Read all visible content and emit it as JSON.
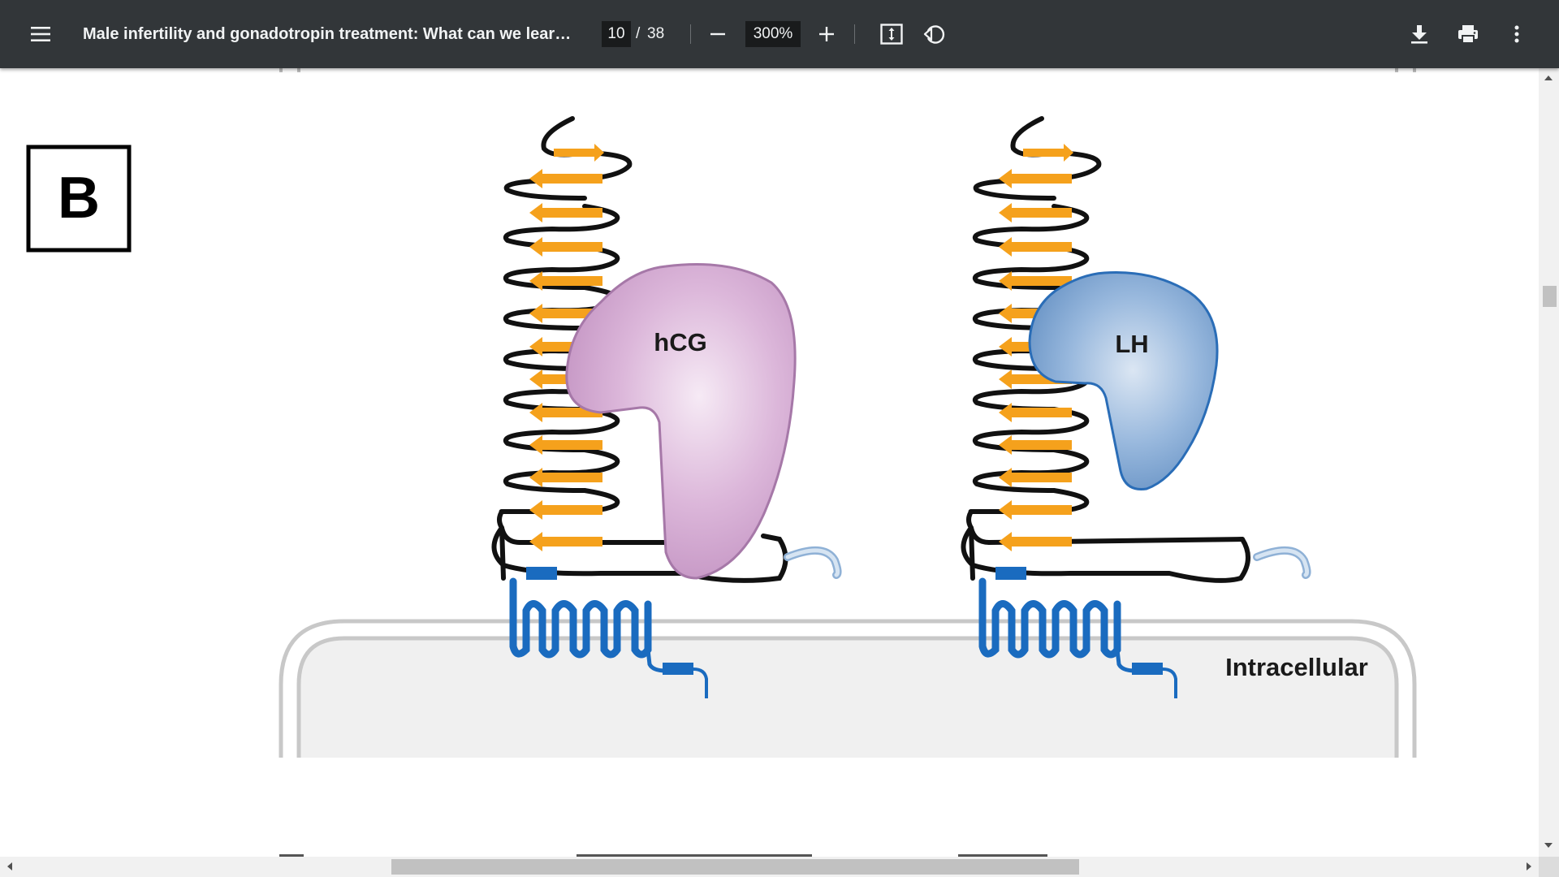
{
  "toolbar": {
    "menu_icon": "hamburger-menu-icon",
    "title": "Male infertility and gonadotropin treatment: What can we learn ...",
    "current_page": "10",
    "page_separator": "/",
    "total_pages": "38",
    "zoom_out_icon": "minus-icon",
    "zoom_level": "300%",
    "zoom_in_icon": "plus-icon",
    "fit_icon": "fit-to-page-icon",
    "rotate_icon": "rotate-counterclockwise-icon",
    "download_icon": "download-icon",
    "print_icon": "print-icon",
    "more_icon": "more-vertical-icon"
  },
  "figure": {
    "panel_label": "B",
    "ligand_left": "hCG",
    "ligand_right": "LH",
    "region_label": "Intracellular",
    "colors": {
      "toolbar_bg": "#323639",
      "helix_arrow": "#f5a11c",
      "hcg_fill": "#d2a6d0",
      "hcg_stroke": "#a678a8",
      "lh_fill": "#7fa6d0",
      "lh_stroke": "#2a6db7",
      "transmembrane": "#1a6bbf",
      "membrane": "#c8c8c8",
      "cell_fill": "#f0f0f0"
    }
  }
}
